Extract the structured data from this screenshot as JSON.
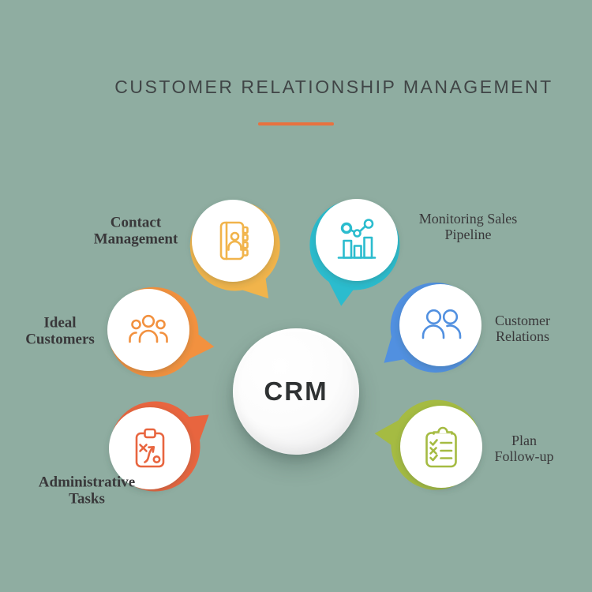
{
  "title": "CUSTOMER RELATIONSHIP MANAGEMENT",
  "center": {
    "label": "CRM"
  },
  "colors": {
    "background": "#8FADA1",
    "divider": "#E9713F",
    "title_text": "#404546",
    "label_text": "#39383A",
    "center_text": "#2F3233",
    "center_fill": "#FFFFFF"
  },
  "nodes": [
    {
      "id": "contact-management",
      "label": "Contact Management",
      "lines": [
        "Contact",
        "Management"
      ],
      "color": "#F1B44B",
      "icon": "address-book"
    },
    {
      "id": "monitoring-sales-pipeline",
      "label": "Monitoring Sales Pipeline",
      "lines": [
        "Monitoring Sales",
        "Pipeline"
      ],
      "color": "#2BBCCE",
      "icon": "bar-chart-trend"
    },
    {
      "id": "ideal-customers",
      "label": "Ideal Customers",
      "lines": [
        "Ideal",
        "Customers"
      ],
      "color": "#F2913F",
      "icon": "people-group"
    },
    {
      "id": "customer-relations",
      "label": "Customer Relations",
      "lines": [
        "Customer",
        "Relations"
      ],
      "color": "#5190E0",
      "icon": "two-people"
    },
    {
      "id": "administrative-tasks",
      "label": "Administrative Tasks",
      "lines": [
        "Administrative",
        "Tasks"
      ],
      "color": "#E8653F",
      "icon": "clipboard-strategy"
    },
    {
      "id": "plan-follow-up",
      "label": "Plan Follow-up",
      "lines": [
        "Plan",
        "Follow-up"
      ],
      "color": "#A5BB42",
      "icon": "clipboard-checklist"
    }
  ]
}
